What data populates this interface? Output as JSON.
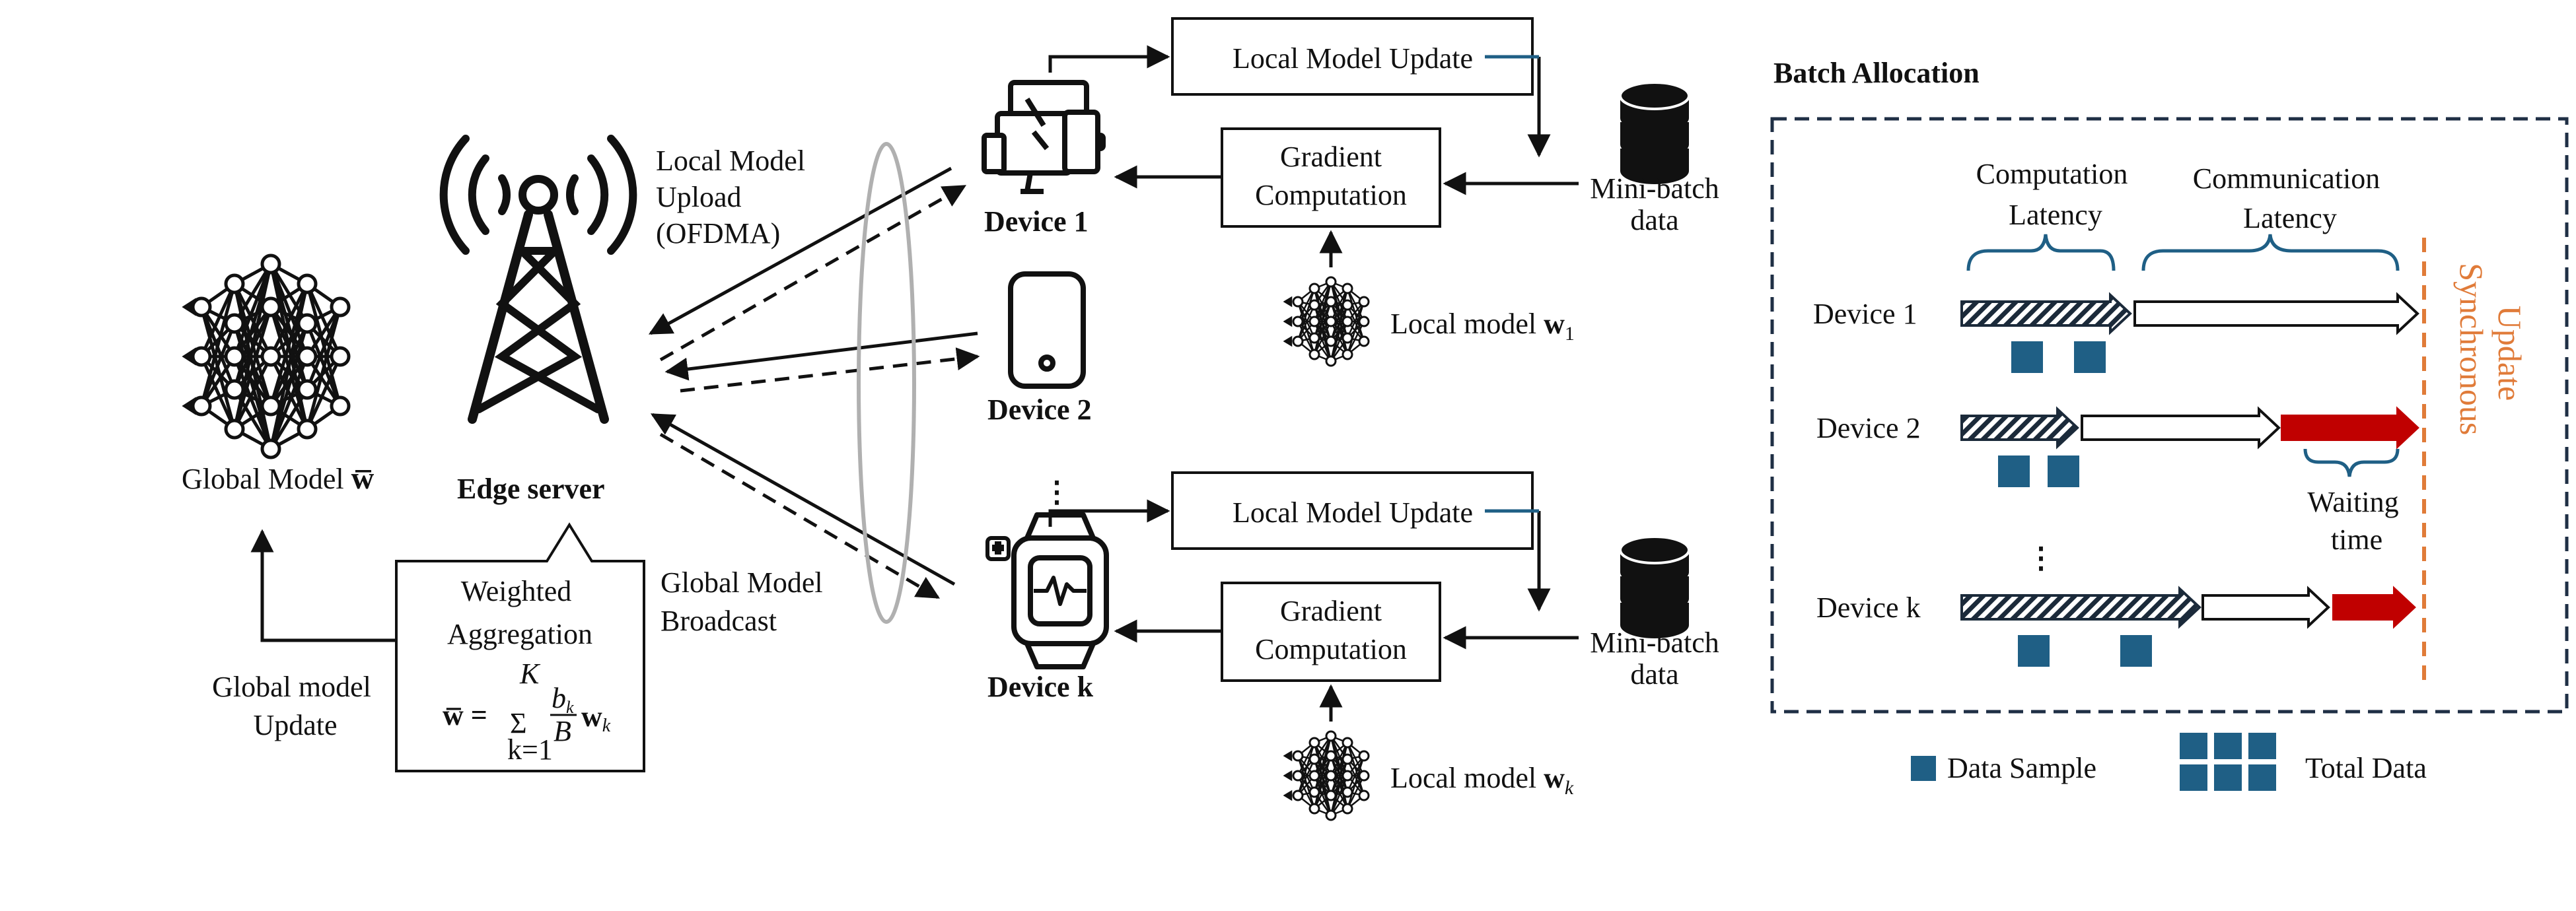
{
  "global_model": {
    "label": "Global Model ",
    "symbol": "w̅"
  },
  "edge_server": {
    "label": "Edge server"
  },
  "uplink": {
    "line1": "Local Model",
    "line2": "Upload",
    "line3": "(OFDMA)"
  },
  "downlink": {
    "line1": "Global Model",
    "line2": "Broadcast"
  },
  "aggregation": {
    "line1": "Weighted",
    "line2": "Aggregation",
    "formula_lhs": "w̅ =",
    "sum_top": "K",
    "sum_bottom": "k=1",
    "frac_num": "b",
    "frac_num_sub": "k",
    "frac_den": "B",
    "term": "w",
    "term_sub": "k"
  },
  "global_update": {
    "line1": "Global model",
    "line2": "Update"
  },
  "devices": [
    {
      "label": "Device 1"
    },
    {
      "label": "Device 2"
    },
    {
      "label": "Device k"
    }
  ],
  "ellipsis": "⋮",
  "pipelines": [
    {
      "update_box": "Local Model Update",
      "grad_line1": "Gradient",
      "grad_line2": "Computation",
      "data_line1": "Mini-batch",
      "data_line2": "data",
      "model_label": "Local model ",
      "model_symbol": "w",
      "model_sub": "1"
    },
    {
      "update_box": "Local Model Update",
      "grad_line1": "Gradient",
      "grad_line2": "Computation",
      "data_line1": "Mini-batch",
      "data_line2": "data",
      "model_label": "Local model ",
      "model_symbol": "w",
      "model_sub": "k"
    }
  ],
  "batch_allocation": {
    "title": "Batch Allocation",
    "comp_line1": "Computation",
    "comp_line2": "Latency",
    "comm_line1": "Communication",
    "comm_line2": "Latency",
    "rows": [
      {
        "label": "Device 1",
        "samples": 2,
        "wait": 0
      },
      {
        "label": "Device 2",
        "samples": 2,
        "wait": 1
      },
      {
        "label": "Device k",
        "samples": 2,
        "wait": 1
      }
    ],
    "waiting_line1": "Waiting",
    "waiting_line2": "time",
    "sync_line1": "Synchronous",
    "sync_line2": "Update"
  },
  "legend": {
    "sample": "Data Sample",
    "total": "Total Data"
  },
  "colors": {
    "accent_blue": "#1f5f85",
    "wait_red": "#c00000",
    "sync_orange": "#e07b39",
    "dash_border": "#1f2f45",
    "ink": "#111111"
  }
}
